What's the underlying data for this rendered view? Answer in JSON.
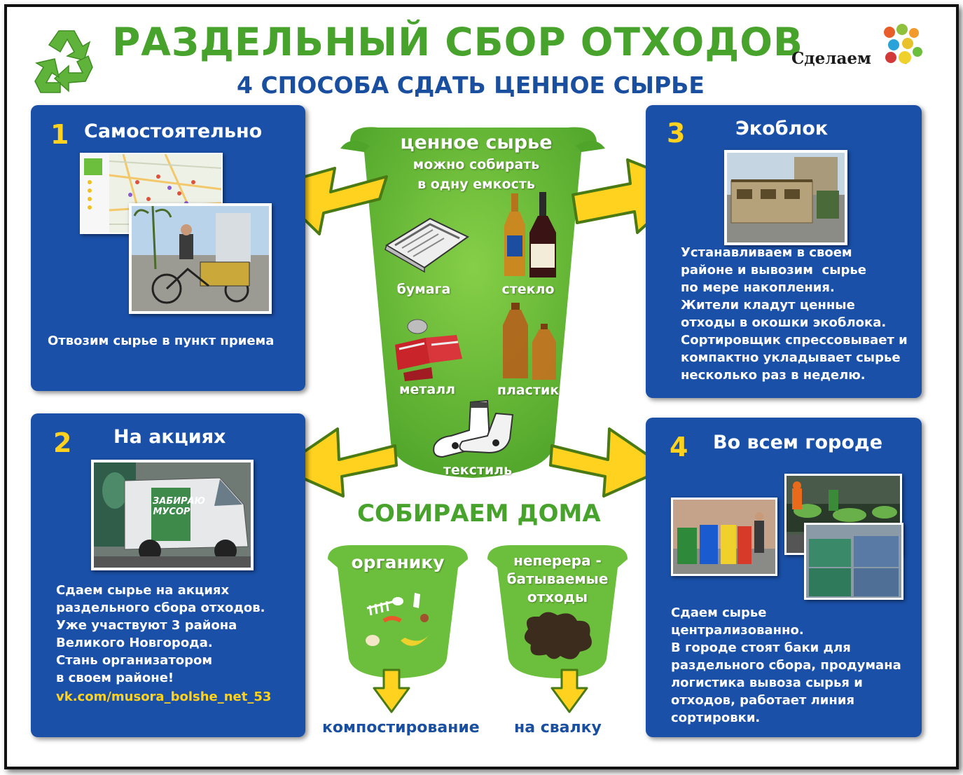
{
  "header": {
    "title": "РАЗДЕЛЬНЫЙ СБОР ОТХОДОВ",
    "subtitle": "4 СПОСОБА СДАТЬ ЦЕННОЕ СЫРЬЕ",
    "brand": "Сделаем",
    "brand_mark": "!",
    "logo_icon": "recycle-icon"
  },
  "center": {
    "heading": "ценное сырье",
    "subheading_line1": "можно собирать",
    "subheading_line2": "в одну емкость",
    "items": [
      "бумага",
      "стекло",
      "металл",
      "пластик",
      "текстиль"
    ],
    "home_heading": "СОБИРАЕМ ДОМА",
    "bin_organic": "органику",
    "bin_waste_line1": "неперера -",
    "bin_waste_line2": "батываемые",
    "bin_waste_line3": "отходы",
    "dest_organic": "компостирование",
    "dest_waste": "на свалку"
  },
  "panels": [
    {
      "number": "1",
      "title": "Самостоятельно",
      "text": "Отвозим сырье в пункт приема"
    },
    {
      "number": "2",
      "title": "На акциях",
      "text": "Сдаем сырье на акциях\nраздельного сбора отходов.\nУже участвуют 3 района\nВеликого Новгорода.\nСтань организатором\nв своем районе!",
      "link": "vk.com/musora_bolshe_net_53",
      "van_sign": "ЗАБИРАЮ МУСОР"
    },
    {
      "number": "3",
      "title": "Экоблок",
      "text": "Устанавливаем в своем\nрайоне и вывозим  сырье\nпо мере накопления.\nЖители кладут ценные\nотходы в окошки экоблока.\nСортировщик спрессовывает и\nкомпактно укладывает сырье\nнесколько раз в неделю."
    },
    {
      "number": "4",
      "title": "Во всем городе",
      "text": "Сдаем сырье\nцентрализованно.\nВ городе стоят баки для\nраздельного сбора, продумана\nлогистика вывоза сырья и\nотходов, работает линия\nсортировки."
    }
  ],
  "colors": {
    "green": "#6cbf3c",
    "blue": "#1a50a8",
    "yellow": "#ffd21f",
    "title_green": "#47a32c"
  }
}
